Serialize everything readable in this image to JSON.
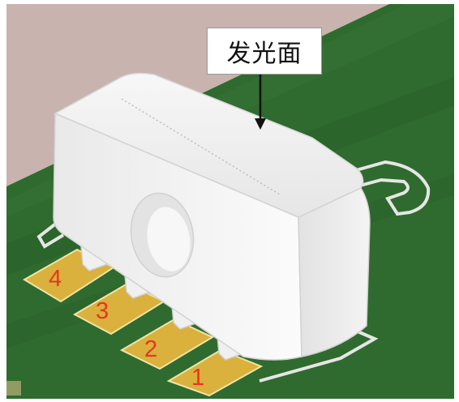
{
  "label": {
    "text": "发光面"
  },
  "pins": [
    {
      "number": "4"
    },
    {
      "number": "3"
    },
    {
      "number": "2"
    },
    {
      "number": "1"
    }
  ],
  "colors": {
    "board_green": "#2f6b2e",
    "board_dark": "#245522",
    "pad_gold": "#d9b13c",
    "silkscreen": "#e8e8e8",
    "body_white": "#f2f2f2",
    "pin_label": "#e8351f",
    "background_top": "#c7b2ad"
  }
}
